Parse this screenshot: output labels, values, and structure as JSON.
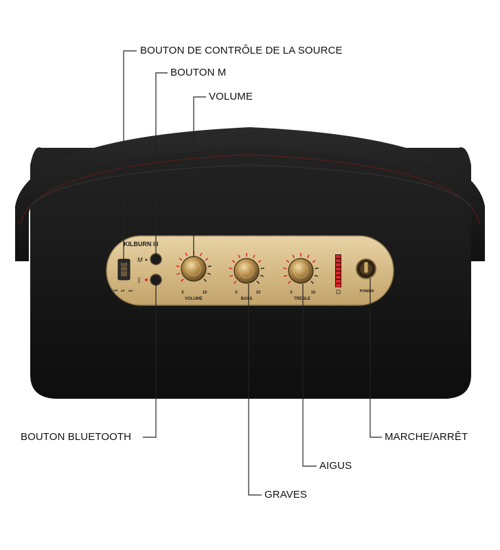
{
  "callouts": {
    "source_button": "BOUTON DE CONTRÔLE DE LA SOURCE",
    "m_button": "BOUTON M",
    "volume": "VOLUME",
    "bluetooth_button": "BOUTON BLUETOOTH",
    "power": "MARCHE/ARRÊT",
    "treble": "AIGUS",
    "bass": "GRAVES"
  },
  "panel": {
    "brand": "KILBURN III",
    "knob_min": "0",
    "knob_max": "10",
    "volume_label": "VOLUME",
    "bass_label": "BASS",
    "treble_label": "TREBLE",
    "power_label": "POWER",
    "m_glyph": "M"
  },
  "colors": {
    "body": "#141414",
    "panel_gold": "#d9bf8c",
    "knob_brass": "#b08a4a",
    "scale_red": "#e0242b",
    "callout_line": "#222222"
  },
  "icons": [
    "source-switch-icon",
    "prev-icon",
    "play-pause-icon",
    "next-icon",
    "bluetooth-icon",
    "battery-level-icon",
    "power-toggle-icon"
  ]
}
